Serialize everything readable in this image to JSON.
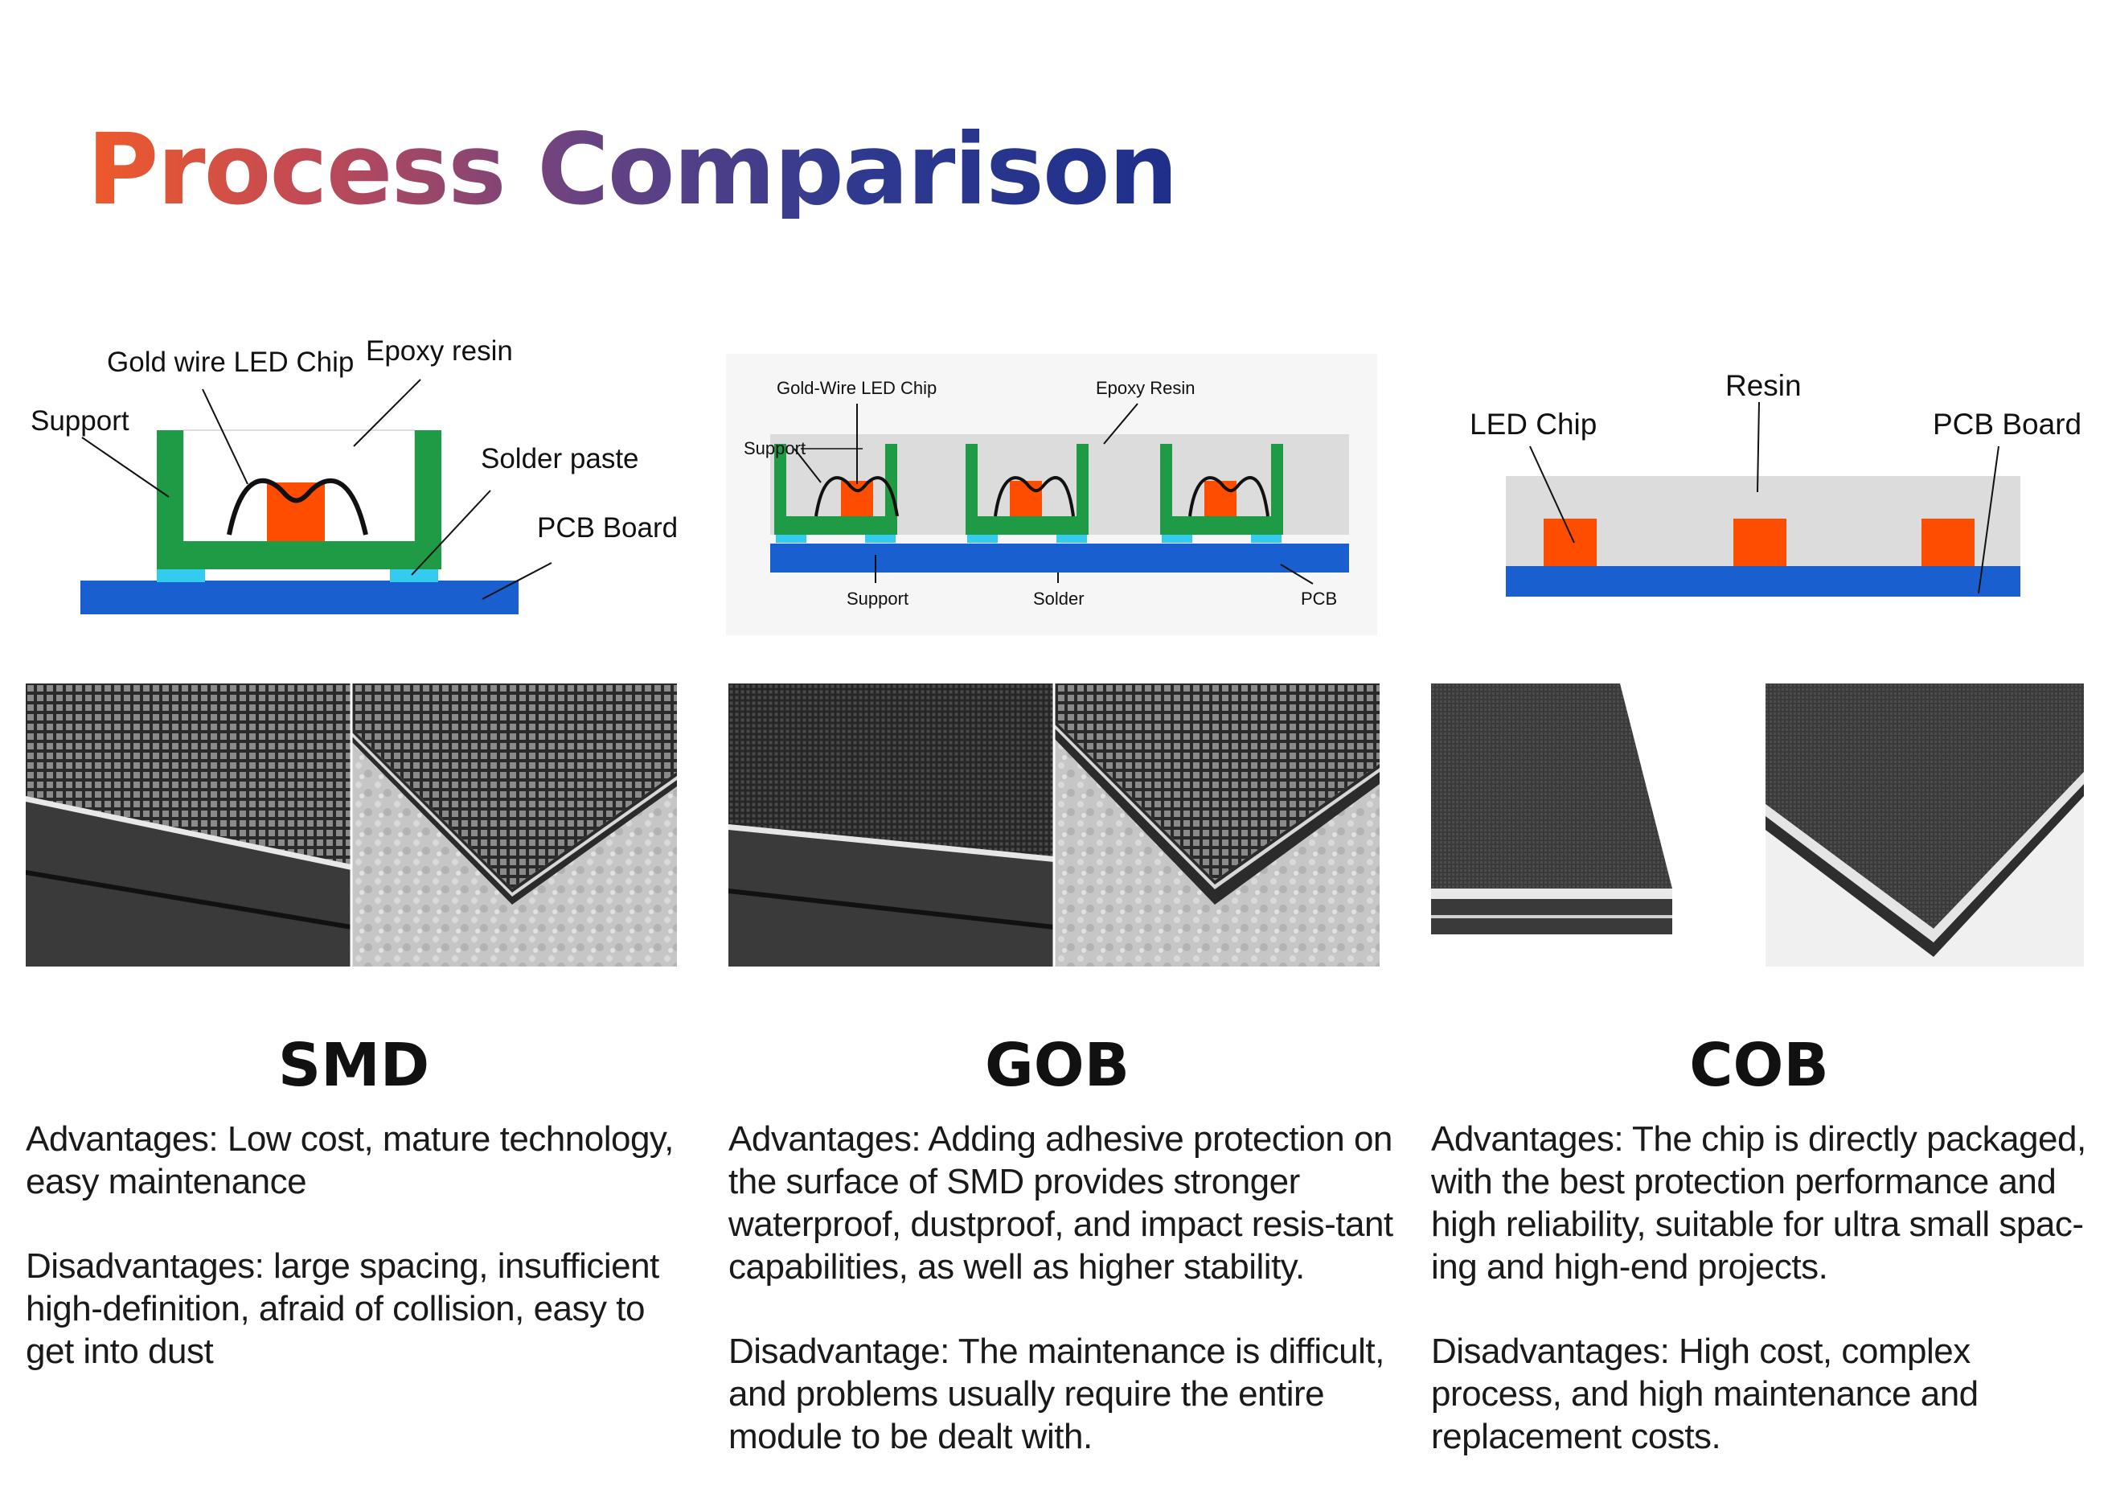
{
  "page": {
    "title": "Process Comparison"
  },
  "columns": [
    {
      "heading": "SMD",
      "diagram_labels": {
        "gold_wire": "Gold wire LED Chip",
        "epoxy": "Epoxy resin",
        "support": "Support",
        "solder": "Solder paste",
        "pcb": "PCB Board"
      },
      "advantages": "Advantages: Low cost, mature technology, easy maintenance",
      "disadvantages": "Disadvantages: large spacing, insufficient high-definition, afraid of collision, easy to get into dust"
    },
    {
      "heading": "GOB",
      "diagram_labels": {
        "gold_wire": "Gold-Wire LED Chip",
        "epoxy": "Epoxy Resin",
        "support_top": "Support",
        "support_bottom": "Support",
        "solder": "Solder",
        "pcb": "PCB"
      },
      "advantages": "Advantages: Adding adhesive protection on the surface of SMD provides stronger waterproof, dustproof, and impact resis-tant capabilities, as well as higher stability.",
      "disadvantages": "Disadvantage: The maintenance is difficult, and problems usually require the entire module to be dealt with."
    },
    {
      "heading": "COB",
      "diagram_labels": {
        "chip": "LED Chip",
        "resin": "Resin",
        "pcb": "PCB Board"
      },
      "advantages": "Advantages: The chip is directly packaged, with the best protection performance and high reliability, suitable for ultra small spac-ing and high-end projects.",
      "disadvantages": "Disadvantages: High cost, complex process, and high maintenance and replacement costs."
    }
  ],
  "colors": {
    "green": "#1f9a45",
    "chip": "#ff4d00",
    "pcb": "#1a5fcf",
    "solder": "#33ccee",
    "resin": "#dcdcdc"
  }
}
